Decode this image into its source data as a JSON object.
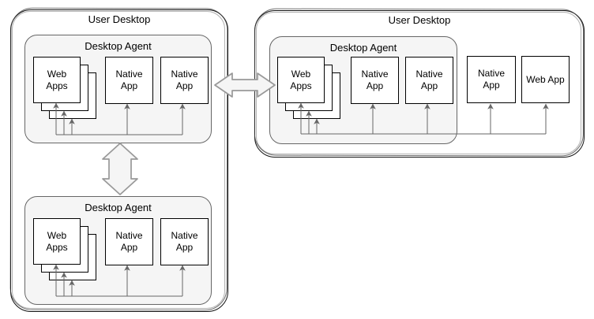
{
  "colors": {
    "background": "#ffffff",
    "agent_fill": "#f5f5f5",
    "agent_border": "#666666",
    "app_fill": "#ffffff",
    "app_border": "#000000",
    "wire": "#666666",
    "bidir_arrow_fill": "#f5f5f5",
    "bidir_arrow_stroke": "#999999"
  },
  "left_desktop": {
    "title": "User Desktop",
    "agents": [
      {
        "title": "Desktop Agent",
        "apps": [
          {
            "label": "Web Apps",
            "kind": "stack"
          },
          {
            "label": "Native App",
            "kind": "single"
          },
          {
            "label": "Native App",
            "kind": "single"
          }
        ]
      },
      {
        "title": "Desktop Agent",
        "apps": [
          {
            "label": "Web Apps",
            "kind": "stack"
          },
          {
            "label": "Native App",
            "kind": "single"
          },
          {
            "label": "Native App",
            "kind": "single"
          }
        ]
      }
    ]
  },
  "right_desktop": {
    "title": "User Desktop",
    "agent": {
      "title": "Desktop Agent",
      "apps": [
        {
          "label": "Web Apps",
          "kind": "stack"
        },
        {
          "label": "Native App",
          "kind": "single"
        },
        {
          "label": "Native App",
          "kind": "single"
        }
      ]
    },
    "standalone_apps": [
      {
        "label": "Native App"
      },
      {
        "label": "Web App"
      }
    ]
  }
}
